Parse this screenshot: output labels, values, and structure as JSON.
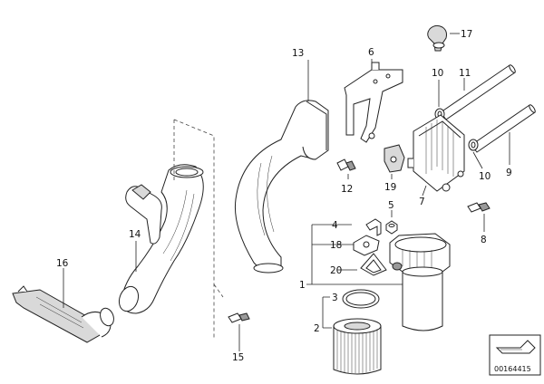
{
  "labels": {
    "l1": "1",
    "l2": "2",
    "l3": "3",
    "l4": "4",
    "l5": "5",
    "l6": "6",
    "l7": "7",
    "l8": "8",
    "l9": "9",
    "l10a": "10",
    "l10b": "10",
    "l11": "11",
    "l12": "12",
    "l13": "13",
    "l14": "14",
    "l15": "15",
    "l16": "16",
    "l17": "17",
    "l18": "18",
    "l19": "19",
    "l20": "20"
  },
  "footer": {
    "diagram_code": "00164415"
  },
  "colors": {
    "line": "#222222",
    "fill_light": "#d9d9d9",
    "fill_dark": "#9a9a9a"
  }
}
